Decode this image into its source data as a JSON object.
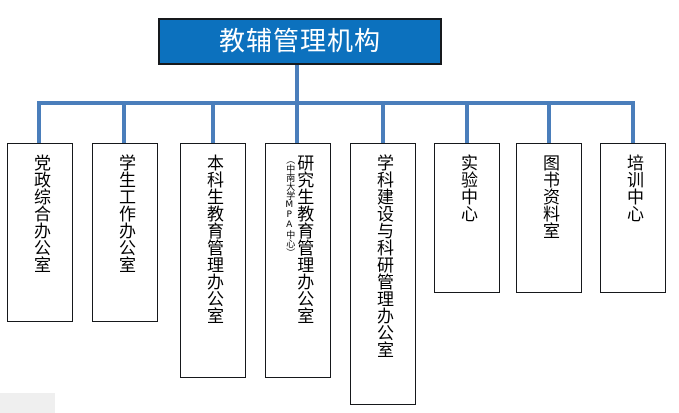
{
  "chart": {
    "type": "org-chart",
    "title": "教辅管理机构",
    "orientation": "top-down",
    "colors": {
      "root_fill": "#0C71BE",
      "root_text": "#FFFFFF",
      "root_border": "#17191C",
      "connector": "#4A7EBB",
      "node_fill": "#FFFFFF",
      "node_border": "#16181B",
      "node_text": "#000000",
      "swatch": "#EFEFEF"
    }
  },
  "root": {
    "label": "教辅管理机构"
  },
  "nodes": [
    {
      "label": "党政综合办公室",
      "sublabel": ""
    },
    {
      "label": "学生工作办公室",
      "sublabel": ""
    },
    {
      "label": "本科生教育管理办公室",
      "sublabel": ""
    },
    {
      "label": "研究生教育管理办公室",
      "sublabel": "（中南大学MPA中心）"
    },
    {
      "label": "学科建设与科研管理办公室",
      "sublabel": ""
    },
    {
      "label": "实验中心",
      "sublabel": ""
    },
    {
      "label": "图书资料室",
      "sublabel": ""
    },
    {
      "label": "培训中心",
      "sublabel": ""
    }
  ]
}
